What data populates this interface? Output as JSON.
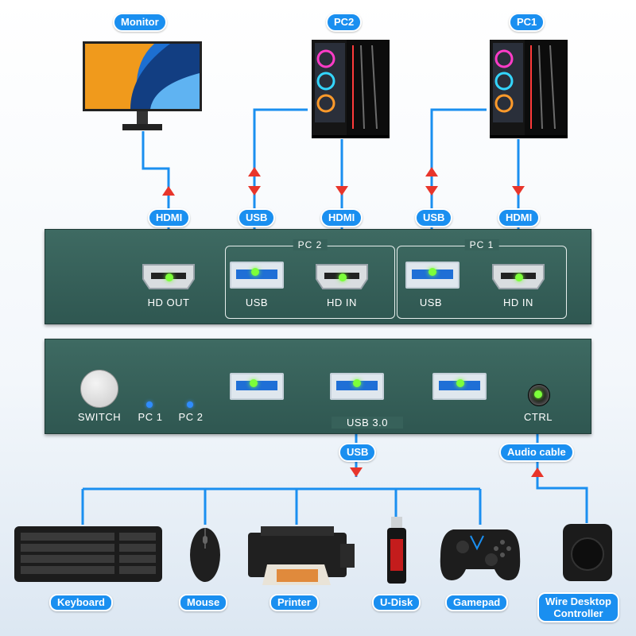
{
  "top_labels": {
    "monitor": "Monitor",
    "pc2": "PC2",
    "pc1": "PC1"
  },
  "cable_labels": {
    "hdmi_out": "HDMI",
    "usb_pc2": "USB",
    "hdmi_pc2": "HDMI",
    "usb_pc1": "USB",
    "hdmi_pc1": "HDMI",
    "usb_hub": "USB",
    "audio": "Audio cable"
  },
  "rear_panel": {
    "hd_out": "HD OUT",
    "pc2_group": "PC 2",
    "pc2_usb": "USB",
    "pc2_hdin": "HD IN",
    "pc1_group": "PC 1",
    "pc1_usb": "USB",
    "pc1_hdin": "HD IN"
  },
  "front_panel": {
    "switch": "SWITCH",
    "led_pc1": "PC 1",
    "led_pc2": "PC 2",
    "usb3": "USB 3.0",
    "ctrl": "CTRL"
  },
  "devices": [
    "Keyboard",
    "Mouse",
    "Printer",
    "U-Disk",
    "Gamepad"
  ],
  "controller": {
    "line1": "Wire Desktop",
    "line2": "Controller"
  },
  "colors": {
    "cable": "#1a8ff0",
    "arrow": "#e8352b",
    "panel": "#37615a",
    "port_dot": "#7cff3a",
    "led": "#2f8cff"
  }
}
